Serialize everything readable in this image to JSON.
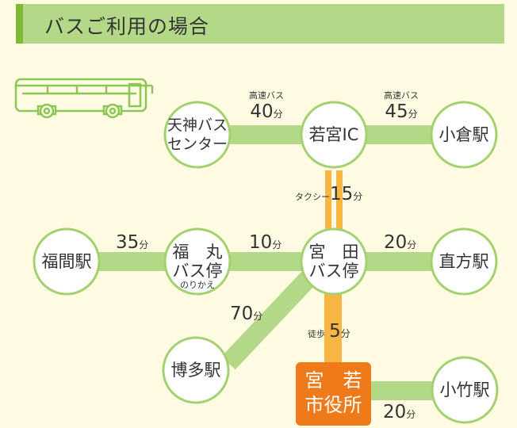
{
  "header": {
    "title": "バスご利用の場合"
  },
  "colors": {
    "accent": "#7dba36",
    "route": "#b3d988",
    "taxi": "#f7b643",
    "walk": "#f7b643",
    "destination": "#ee7a1a"
  },
  "icon": "bus-icon",
  "nodes": {
    "tenjin_line1": "天神バス",
    "tenjin_line2": "センター",
    "wakamiya_ic": "若宮IC",
    "kokura": "小倉駅",
    "fukuma": "福間駅",
    "fukumaru_line1": "福　丸",
    "fukumaru_line2": "バス停",
    "fukumaru_note": "のりかえ",
    "miyata_line1": "宮　田",
    "miyata_line2": "バス停",
    "nogata": "直方駅",
    "hakata": "博多駅",
    "kotake": "小竹駅",
    "miyawaka_line1": "宮　若",
    "miyawaka_line2": "市役所"
  },
  "edges": {
    "tenjin_ic": {
      "mode": "高速バス",
      "time": "40",
      "unit": "分"
    },
    "ic_kokura": {
      "mode": "高速バス",
      "time": "45",
      "unit": "分"
    },
    "ic_miyata": {
      "mode": "タクシー",
      "time": "15",
      "unit": "分"
    },
    "fukuma_fukumaru": {
      "time": "35",
      "unit": "分"
    },
    "fukumaru_miyata": {
      "time": "10",
      "unit": "分"
    },
    "miyata_nogata": {
      "time": "20",
      "unit": "分"
    },
    "miyata_hakata": {
      "time": "70",
      "unit": "分"
    },
    "miyata_miyawaka": {
      "mode": "徒歩",
      "time": "5",
      "unit": "分"
    },
    "miyawaka_kotake": {
      "time": "20",
      "unit": "分"
    }
  }
}
